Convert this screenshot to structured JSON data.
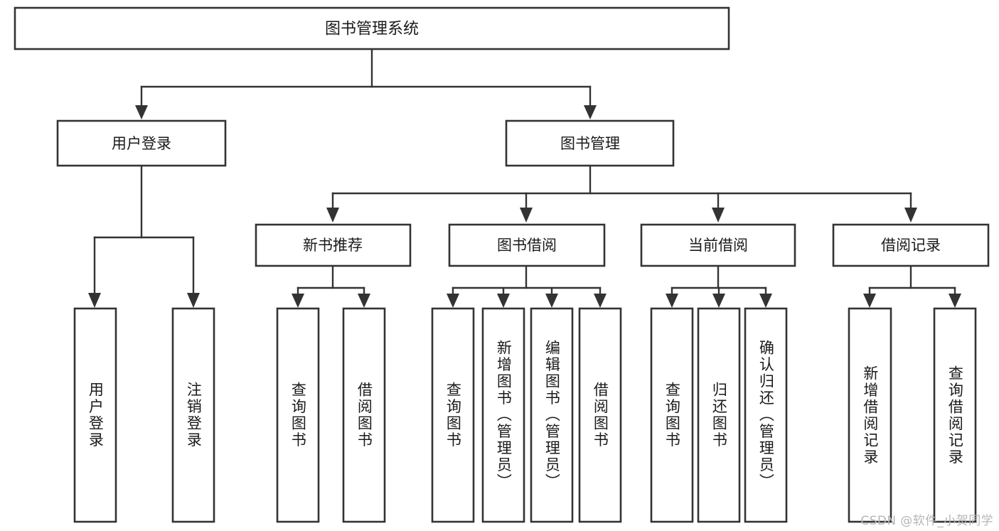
{
  "diagram": {
    "type": "tree",
    "title_node": "图书管理系统",
    "watermark": "CSDN @软件_小贺同学",
    "colors": {
      "stroke": "#333333",
      "fill": "#ffffff",
      "text": "#1a1a1a",
      "watermark": "#b6b6b6"
    },
    "levels": {
      "root": {
        "label": "图书管理系统"
      },
      "level2": [
        {
          "label": "用户登录"
        },
        {
          "label": "图书管理"
        }
      ],
      "level3": [
        {
          "label": "新书推荐"
        },
        {
          "label": "图书借阅"
        },
        {
          "label": "当前借阅"
        },
        {
          "label": "借阅记录"
        }
      ],
      "leaves": {
        "user_login": [
          {
            "label": "用户登录"
          },
          {
            "label": "注销登录"
          }
        ],
        "new_book_recommend": [
          {
            "label": "查询图书"
          },
          {
            "label": "借阅图书"
          }
        ],
        "book_borrow": [
          {
            "label": "查询图书"
          },
          {
            "label": "新增图书（管理员）"
          },
          {
            "label": "编辑图书（管理员）"
          },
          {
            "label": "借阅图书"
          }
        ],
        "current_borrow": [
          {
            "label": "查询图书"
          },
          {
            "label": "归还图书"
          },
          {
            "label": "确认归还（管理员）"
          }
        ],
        "borrow_record": [
          {
            "label": "新增借阅记录"
          },
          {
            "label": "查询借阅记录"
          }
        ]
      }
    }
  }
}
